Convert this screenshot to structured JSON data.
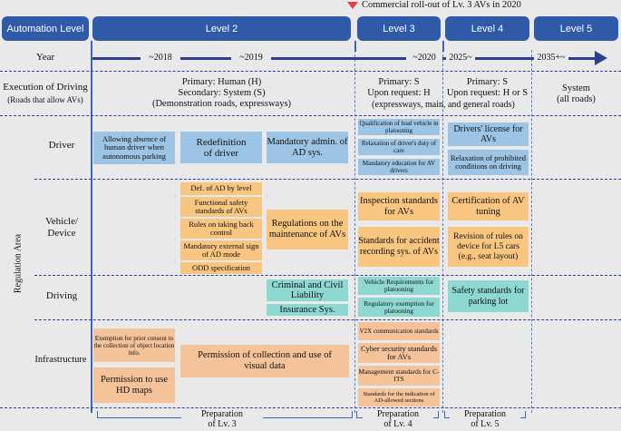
{
  "top_note": "Commercial roll-out of Lv. 3 AVs in 2020",
  "header": {
    "automation_level": "Automation Level",
    "level2": "Level 2",
    "level3": "Level 3",
    "level4": "Level 4",
    "level5": "Level 5"
  },
  "year": {
    "label": "Year",
    "y2018": "~2018",
    "y2019": "~2019",
    "y2020": "~2020",
    "y2025": "2025~",
    "y2035": "2035+~"
  },
  "execution": {
    "label1": "Execution of Driving",
    "label2": "(Roads that allow AVs)",
    "l2_line1": "Primary: Human (H)",
    "l2_line2": "Secondary: System (S)",
    "l2_line3": "(Demonstration roads, expressways)",
    "l3_line1": "Primary: S",
    "l3_line2": "Upon request: H",
    "l4_line1": "Primary: S",
    "l4_line2": "Upon request: H or S",
    "l34_note": "(expressways, main, and general roads)",
    "l5_line1": "System",
    "l5_line2": "(all roads)"
  },
  "regulation_area": "Regulation Area",
  "rows": {
    "driver": "Driver",
    "vehicle": "Vehicle/\nDevice",
    "driving": "Driving",
    "infrastructure": "Infrastructure"
  },
  "driver_boxes": {
    "a": "Allowing absence of human driver when autonomous parking",
    "b": "Redefinition of driver",
    "c": "Mandatory admin. of AD sys.",
    "d": "Qualification of lead vehicle in platooning",
    "e": "Relaxation of driver's duty of care",
    "f": "Mandatory education for AV drivers",
    "g": "Drivers' license for AVs",
    "h": "Relaxation of prohibited conditions on driving"
  },
  "vehicle_boxes": {
    "a": "Def. of AD by level",
    "b": "Functional safety standards of AVs",
    "c": "Rules on taking back control",
    "d": "Mandatory external sign of AD mode",
    "e": "ODD specification",
    "f": "Regulations on the maintenance of AVs",
    "g": "Inspection standards for AVs",
    "h": "Standards for accident recording sys. of AVs",
    "i": "Certification of AV tuning",
    "j": "Revision of rules on device for L5 cars (e.g., seat layout)"
  },
  "driving_boxes": {
    "a": "Criminal and Civil Liability",
    "b": "Insurance Sys.",
    "c": "Vehicle Requirements for platooning",
    "d": "Regulatory exemption for platooning",
    "e": "Safety standards for parking lot"
  },
  "infra_boxes": {
    "a": "Exemption for prior consent to the collection of object location info.",
    "b": "Permission to use HD maps",
    "c": "Permission of collection and use of visual data",
    "d": "V2X communication standards",
    "e": "Cyber security standards for AVs",
    "f": "Management standards for C-ITS",
    "g": "Standards for the indication of AD-allowed sections"
  },
  "preparation": {
    "lv3": "Preparation\nof Lv. 3",
    "lv4": "Preparation\nof Lv. 4",
    "lv5": "Preparation\nof Lv. 5"
  }
}
